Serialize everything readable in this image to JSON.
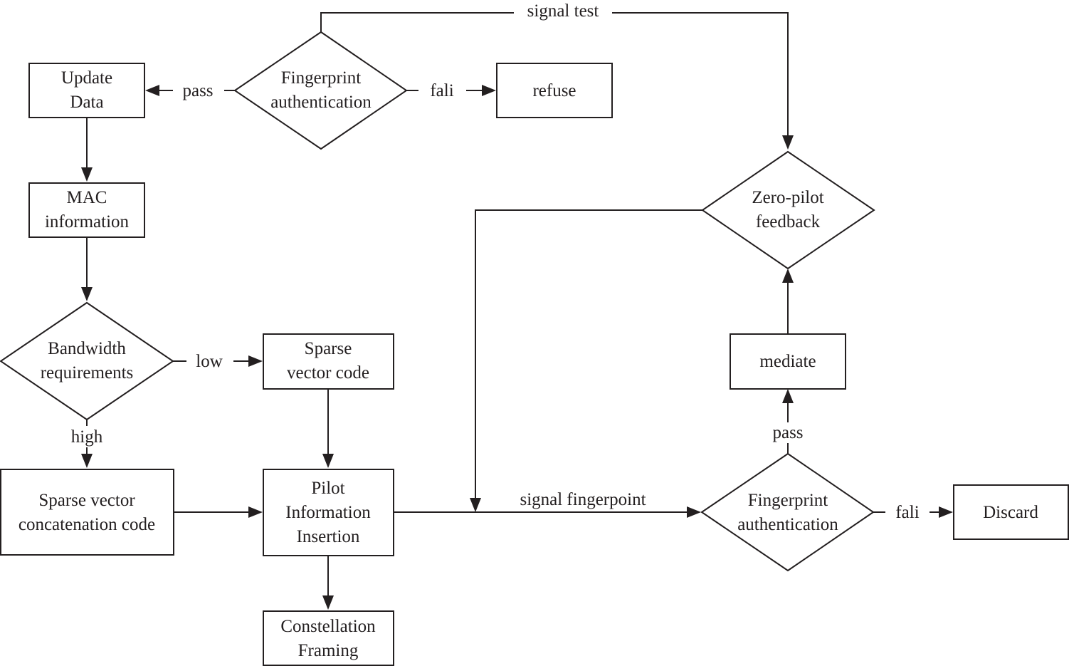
{
  "nodes": {
    "fingerprint_top": [
      "Fingerprint",
      "authentication"
    ],
    "update_data": [
      "Update",
      "Data"
    ],
    "refuse": [
      "refuse"
    ],
    "mac_information": [
      "MAC",
      "information"
    ],
    "bandwidth": [
      "Bandwidth",
      "requirements"
    ],
    "sparse_vector_code": [
      "Sparse",
      "vector code"
    ],
    "sparse_concat": [
      "Sparse vector",
      "concatenation code"
    ],
    "pilot_insertion": [
      "Pilot",
      "Information",
      "Insertion"
    ],
    "constellation": [
      "Constellation",
      "Framing"
    ],
    "zero_pilot": [
      "Zero-pilot",
      "feedback"
    ],
    "mediate": [
      "mediate"
    ],
    "fingerprint_bottom": [
      "Fingerprint",
      "authentication"
    ],
    "discard": [
      "Discard"
    ]
  },
  "edges": {
    "signal_test": "signal test",
    "pass_top": "pass",
    "fail_top": "fali",
    "low": "low",
    "high": "high",
    "signal_fingerpoint": "signal fingerpoint",
    "pass_bottom": "pass",
    "fail_bottom": "fali"
  }
}
